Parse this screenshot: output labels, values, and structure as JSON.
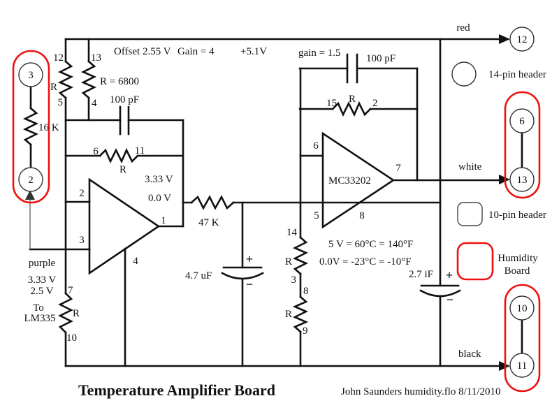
{
  "colors": {
    "highlight": "#ee1111",
    "wire": "#000000"
  },
  "header": {
    "offset": "Offset 2.55 V",
    "gain_stage1": "Gain = 4",
    "supply": "+5.1V",
    "gain_stage2": "gain = 1.5"
  },
  "stage1": {
    "r_top": {
      "pin_top": "12",
      "name": "R",
      "pin_bottom": "5"
    },
    "r_right": {
      "pin_top": "13",
      "pin_bottom": "4",
      "value": "R = 6800"
    },
    "c_feedback": "100 pF",
    "r_feedback": {
      "pin_left": "6",
      "pin_right": "11",
      "name": "R"
    },
    "opamp": {
      "pin_in_top": "2",
      "pin_in_bottom": "3",
      "pin_out": "1",
      "pin_supply": "4",
      "v_hi": "3.33 V",
      "v_lo": "0.0 V"
    },
    "r_series": "47 K",
    "c_filter": {
      "value": "4.7 uF",
      "plus": "+",
      "minus": "−"
    },
    "r_bottom": {
      "pin_top": "7",
      "name": "R",
      "pin_bottom": "10"
    }
  },
  "stage2": {
    "c_feedback": "100 pF",
    "r_feedback": {
      "pin_left": "15",
      "name": "R",
      "pin_right": "2"
    },
    "opamp": {
      "label": "MC33202",
      "pin_in_top": "6",
      "pin_in_bottom": "5",
      "pin_out": "7",
      "pin_supply": "8"
    },
    "r_div1": {
      "pin_top": "14",
      "name": "R",
      "pin_bottom": "3"
    },
    "r_div2": {
      "pin_top": "8",
      "name": "R",
      "pin_bottom": "9"
    },
    "c_out": {
      "value": "2.7 iF",
      "plus": "+",
      "minus": "−"
    },
    "scale_hi": "5 V = 60°C = 140°F",
    "scale_lo": "0.0V = -23°C = -10°F"
  },
  "sensor": {
    "purple_label": "purple",
    "v1": "3.33 V",
    "v2": "2.5 V",
    "dest1": "To",
    "dest2": "LM335",
    "resistor": "16 K",
    "pin_top": "3",
    "pin_bottom": "2"
  },
  "outputs": {
    "red": {
      "label": "red",
      "pin": "12"
    },
    "white": {
      "label": "white",
      "pin_top": "6",
      "pin_bottom": "13"
    },
    "black": {
      "label": "black",
      "pin_top": "10",
      "pin_bottom": "11"
    }
  },
  "legend": {
    "header14": "14-pin header",
    "header10": "10-pin header",
    "humidity_line1": "Humidity",
    "humidity_line2": "Board"
  },
  "footer": {
    "title": "Temperature Amplifier Board",
    "credit": "John Saunders humidity.flo 8/11/2010"
  }
}
